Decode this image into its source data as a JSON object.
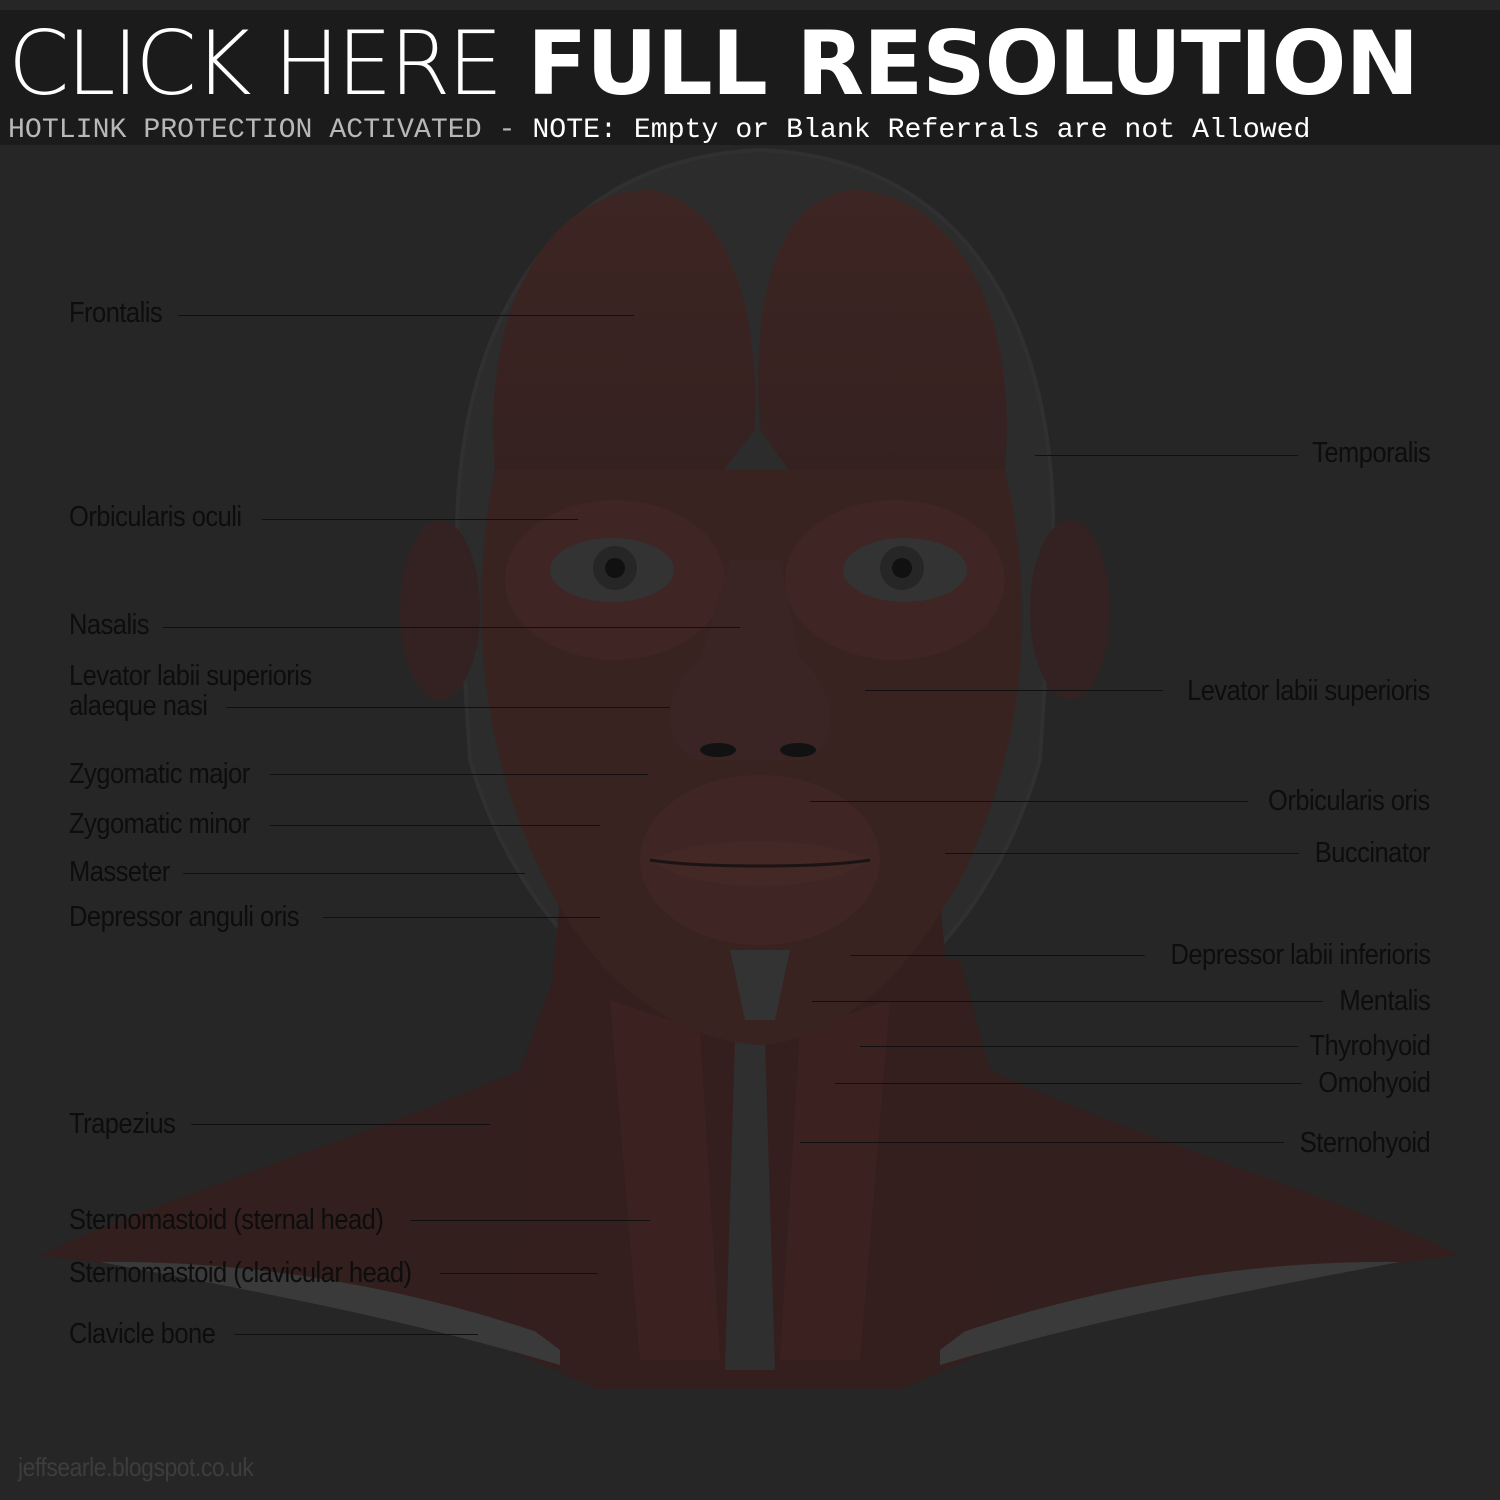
{
  "banner": {
    "line1_thin": "CLICK HERE",
    "line1_bold": "FULL RESOLUTION",
    "line2_prefix": "HOTLINK PROTECTION ACTIVATED - ",
    "line2_note": "NOTE: Empty or Blank Referrals are not Allowed"
  },
  "labels_left": [
    "Frontalis",
    "Orbicularis oculi",
    "Nasalis",
    "Levator labii superioris",
    "alaeque nasi",
    "Zygomatic major",
    "Zygomatic minor",
    "Masseter",
    "Depressor anguli oris",
    "Trapezius",
    "Sternomastoid (sternal head)",
    "Sternomastoid (clavicular head)",
    "Clavicle bone"
  ],
  "labels_right": [
    "Temporalis",
    "Levator labii superioris",
    "Orbicularis oris",
    "Buccinator",
    "Depressor labii inferioris",
    "Mentalis",
    "Thyrohyoid",
    "Omohyoid",
    "Sternohyoid"
  ],
  "watermark": "jeffsearle.blogspot.co.uk",
  "colors": {
    "background": "#262626",
    "muscle": "#3a2422",
    "banner": "#1b1b1b",
    "label_text": "#0d0d0d"
  }
}
